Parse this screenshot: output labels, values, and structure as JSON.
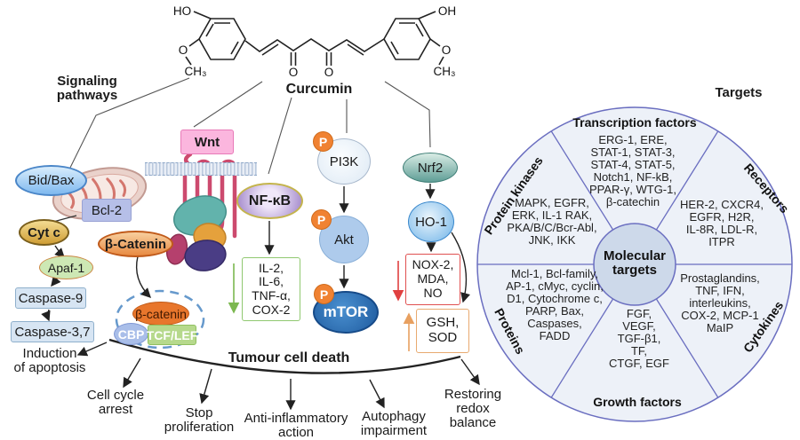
{
  "titles": {
    "curcumin": "Curcumin",
    "signaling": "Signaling\npathways",
    "targets": "Targets",
    "tumour": "Tumour cell death"
  },
  "structure": {
    "ho": "HO",
    "oh": "OH",
    "o_left": "O",
    "o_right": "O",
    "ch3_left": "CH₃",
    "ch3_right": "CH₃",
    "o_ketone1": "O",
    "o_ketone2": "O"
  },
  "apoptosis": {
    "bid_bax": "Bid/Bax",
    "bcl2": "Bcl-2",
    "cyt_c": "Cyt c",
    "apaf1": "Apaf-1",
    "caspase9": "Caspase-9",
    "caspase37": "Caspase-3,7"
  },
  "wnt": {
    "wnt": "Wnt",
    "beta_catenin": "β-Catenin",
    "beta_catenin_nuclear": "β-catenin",
    "cbp": "CBP",
    "tcf_lef": "TCF/LEF"
  },
  "nfkb": {
    "label": "NF-κB",
    "box": "IL-2,\nIL-6,\nTNF-α,\nCOX-2"
  },
  "pi3k": {
    "p": "P",
    "pi3k": "PI3K",
    "akt": "Akt",
    "mtor": "mTOR"
  },
  "nrf2": {
    "nrf2": "Nrf2",
    "ho1": "HO-1",
    "down_box": "NOX-2,\nMDA,\nNO",
    "up_box": "GSH,\nSOD"
  },
  "outcomes": {
    "apoptosis": "Induction\nof apoptosis",
    "cell_cycle": "Cell cycle\narrest",
    "stop_proliferation": "Stop\nproliferation",
    "anti_inflammatory": "Anti-inflammatory\naction",
    "autophagy": "Autophagy\nimpairment",
    "redox": "Restoring redox\nbalance"
  },
  "targets_wheel": {
    "center": "Molecular\ntargets",
    "sectors": [
      {
        "name": "Transcription factors",
        "items": "ERG-1, ERE,\nSTAT-1, STAT-3,\nSTAT-4, STAT-5,\nNotch1, NF-kB,\nPPAR-γ, WTG-1,\nβ-catechin"
      },
      {
        "name": "Receptors",
        "items": "HER-2, CXCR4,\nEGFR, H2R,\nIL-8R, LDL-R,\nITPR"
      },
      {
        "name": "Protein kinases",
        "items": "MAPK, EGFR,\nERK, IL-1 RAK,\nPKA/B/C/Bcr-Abl,\nJNK, IKK"
      },
      {
        "name": "Proteins",
        "items": "Mcl-1, Bcl-family,\nAP-1, cMyc, cyclin,\nD1, Cytochrome c,\nPARP, Bax,\nCaspases,\nFADD"
      },
      {
        "name": "Growth factors",
        "items": "FGF,\nVEGF,\nTGF-β1,\nTF,\nCTGF, EGF"
      },
      {
        "name": "Cytokines",
        "items": "Prostaglandins,\nTNF, IFN,\ninterleukins,\nCOX-2, MCP-1\nMaIP"
      }
    ]
  },
  "colors": {
    "wheel_border": "#6a6ec0",
    "wheel_fill": "#edf1f8",
    "wheel_center_fill": "#cdd9ea",
    "arrow_green": "#7cb850",
    "arrow_red": "#e04040",
    "arrow_orange": "#e8a060",
    "wnt_pink": "#fbb6de",
    "catenin_orange": "#e8762c",
    "mtor_blue": "#1e5a9e"
  }
}
